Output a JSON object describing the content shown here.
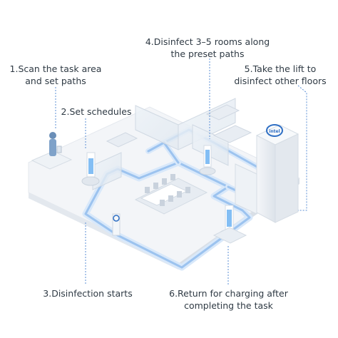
{
  "steps": [
    {
      "lines": [
        "1.Scan the task area",
        "and set paths"
      ]
    },
    {
      "lines": [
        "2.Set schedules"
      ]
    },
    {
      "lines": [
        "3.Disinfection starts"
      ]
    },
    {
      "lines": [
        "4.Disinfect 3–5 rooms along",
        "the preset paths"
      ]
    },
    {
      "lines": [
        "5.Take the lift to",
        "disinfect other floors"
      ]
    },
    {
      "lines": [
        "6.Return for charging after",
        "completing the task"
      ]
    }
  ],
  "colors": {
    "path": "#9cc3ef",
    "path_glow": "#d8e8fa",
    "floor": "#f1f4f8",
    "leader": "#5b8fd6",
    "text": "#2f3a44",
    "robot_light": "#5aa8f0",
    "lift_logo": "#2f6fc4"
  }
}
